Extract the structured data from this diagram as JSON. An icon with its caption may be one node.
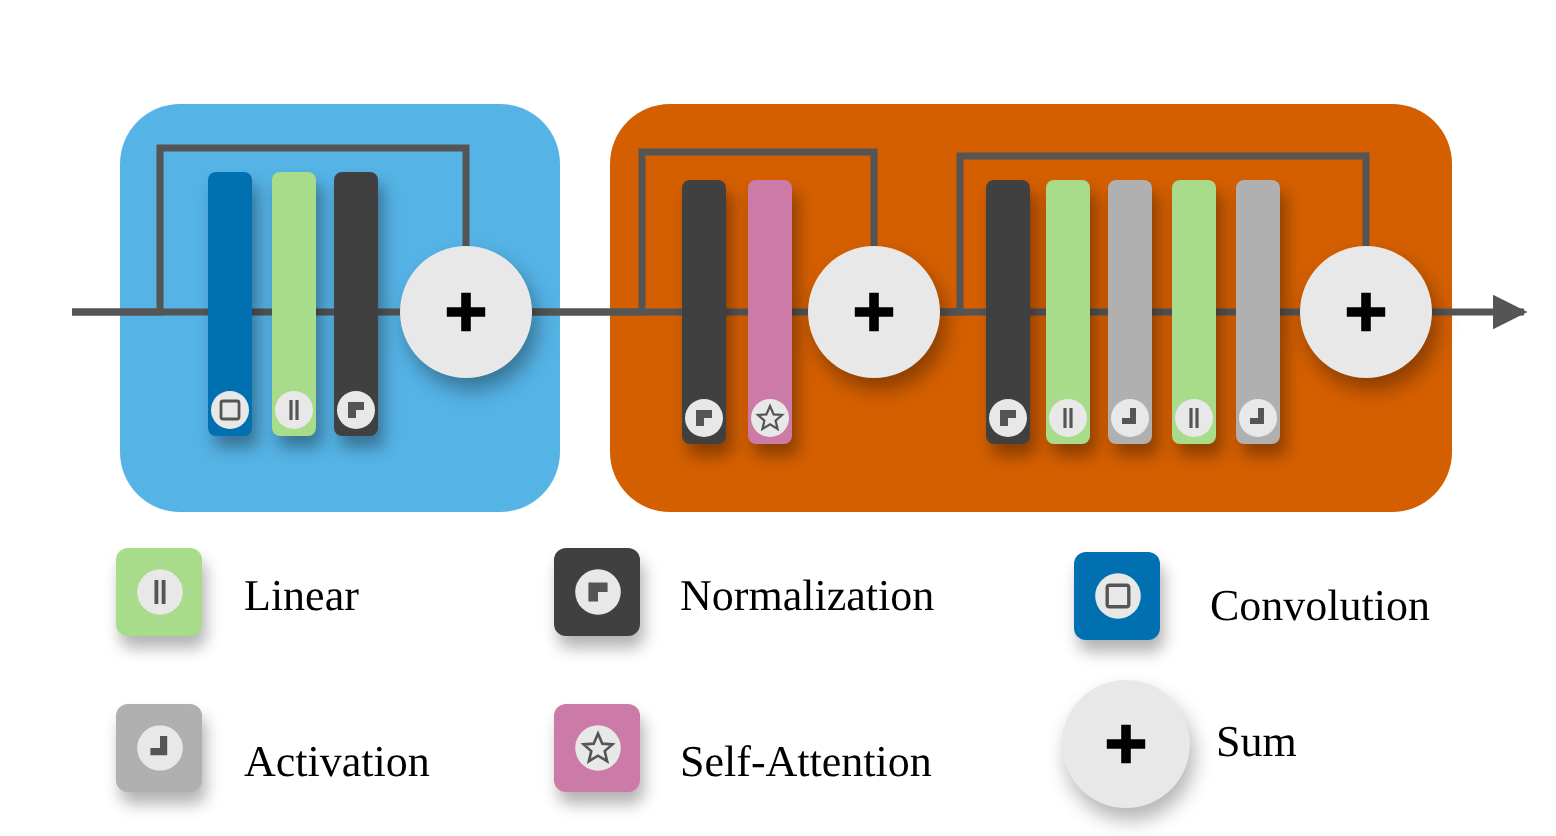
{
  "diagram": {
    "nodes": [
      {
        "text": [],
        "shape": "box"
      },
      {
        "text": [],
        "shape": "bar",
        "in": 0
      },
      {
        "text": [],
        "shape": "bar",
        "in": 0
      },
      {
        "text": [],
        "shape": "bar",
        "in": 0
      },
      {
        "text": [],
        "shape": "circle",
        "in": 0
      },
      {
        "text": [],
        "shape": "box"
      },
      {
        "text": [],
        "shape": "bar",
        "in": 5
      },
      {
        "text": [],
        "shape": "bar",
        "in": 5
      },
      {
        "text": [],
        "shape": "circle",
        "in": 5
      },
      {
        "text": [],
        "shape": "bar",
        "in": 5
      },
      {
        "text": [],
        "shape": "bar",
        "in": 5
      },
      {
        "text": [],
        "shape": "bar",
        "in": 5
      },
      {
        "text": [],
        "shape": "bar",
        "in": 5
      },
      {
        "text": [],
        "shape": "bar",
        "in": 5
      },
      {
        "text": [],
        "shape": "circle",
        "in": 5
      }
    ],
    "edges": [
      {
        "from": null,
        "to": 1,
        "arrow": "none"
      },
      {
        "from": null,
        "to": 4,
        "arrow": "none"
      },
      {
        "from": 1,
        "to": 2,
        "arrow": "none"
      },
      {
        "from": 2,
        "to": 3,
        "arrow": "none"
      },
      {
        "from": 3,
        "to": 4,
        "arrow": "none"
      },
      {
        "from": 4,
        "to": 6,
        "arrow": "none"
      },
      {
        "from": 4,
        "to": 8,
        "arrow": "none"
      },
      {
        "from": 6,
        "to": 7,
        "arrow": "none"
      },
      {
        "from": 7,
        "to": 8,
        "arrow": "none"
      },
      {
        "from": 8,
        "to": 9,
        "arrow": "none"
      },
      {
        "from": 8,
        "to": 14,
        "arrow": "none"
      },
      {
        "from": 9,
        "to": 10,
        "arrow": "none"
      },
      {
        "from": 10,
        "to": 11,
        "arrow": "none"
      },
      {
        "from": 11,
        "to": 12,
        "arrow": "none"
      },
      {
        "from": 12,
        "to": 13,
        "arrow": "none"
      },
      {
        "from": 13,
        "to": 14,
        "arrow": "none"
      },
      {
        "from": 14,
        "to": null,
        "arrow": "to"
      }
    ],
    "legend": [
      {
        "text": "Linear",
        "color": "#a8dc8a"
      },
      {
        "text": "Normalization",
        "color": "#404040"
      },
      {
        "text": "Convolution",
        "color": "#0070b0"
      },
      {
        "text": "Activation",
        "color": "#b0b0b0"
      },
      {
        "text": "Self-Attention",
        "color": "#cc7aa8"
      },
      {
        "text": "Sum"
      }
    ]
  }
}
